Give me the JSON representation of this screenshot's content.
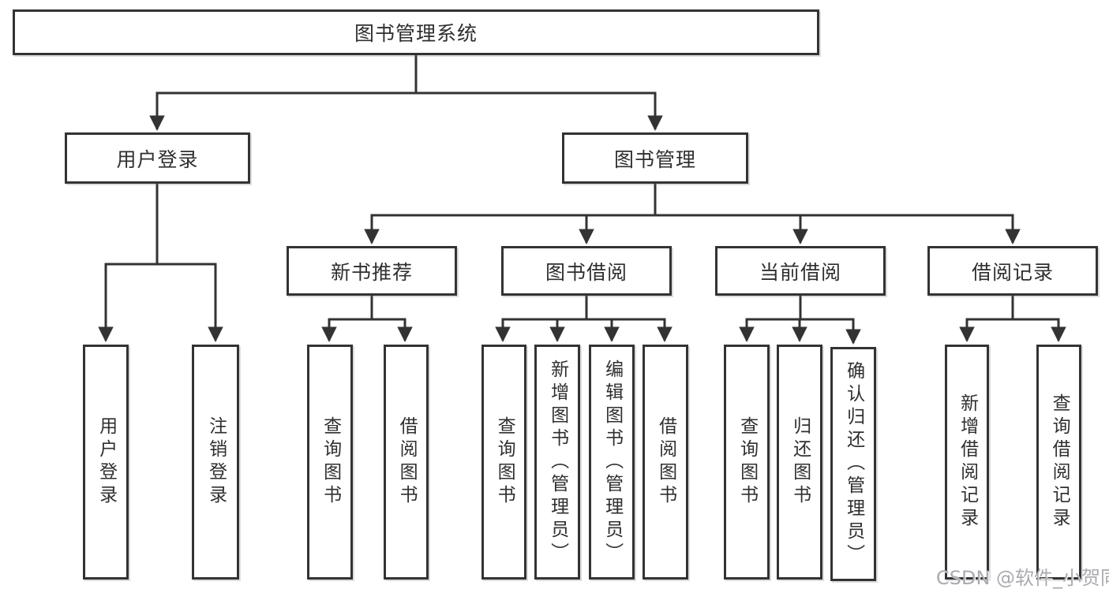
{
  "page": {
    "background_color": "#ffffff",
    "line_color": "#333333",
    "text_color": "#2f2f2f",
    "watermark_color": "#aaaab0"
  },
  "watermark": {
    "text": "CSDN @软件_小贺同学"
  },
  "tree": {
    "label": "图书管理系统",
    "children": [
      {
        "label": "用户登录",
        "children": [
          {
            "label": "用户登录"
          },
          {
            "label": "注销登录"
          }
        ]
      },
      {
        "label": "图书管理",
        "children": [
          {
            "label": "新书推荐",
            "children": [
              {
                "label": "查询图书"
              },
              {
                "label": "借阅图书"
              }
            ]
          },
          {
            "label": "图书借阅",
            "children": [
              {
                "label": "查询图书"
              },
              {
                "label": "新增图书（管理员）"
              },
              {
                "label": "编辑图书（管理员）"
              },
              {
                "label": "借阅图书"
              }
            ]
          },
          {
            "label": "当前借阅",
            "children": [
              {
                "label": "查询图书"
              },
              {
                "label": "归还图书"
              },
              {
                "label": "确认归还（管理员）"
              }
            ]
          },
          {
            "label": "借阅记录",
            "children": [
              {
                "label": "新增借阅记录"
              },
              {
                "label": "查询借阅记录"
              }
            ]
          }
        ]
      }
    ]
  }
}
